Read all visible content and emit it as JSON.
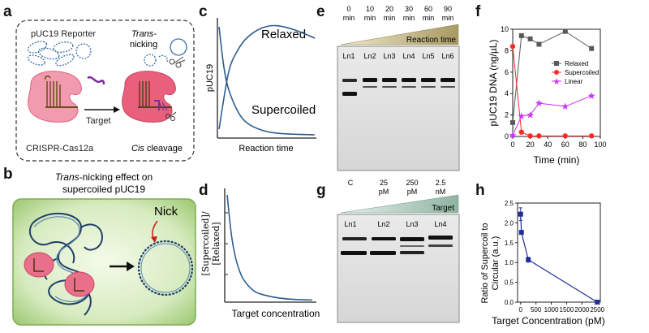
{
  "panels": {
    "a": {
      "letter": "a",
      "reporter": "pUC19 Reporter",
      "trans_italic": "Trans",
      "trans_rest": "-",
      "nicking": "nicking",
      "target": "Target",
      "cas": "CRISPR-Cas12a",
      "cis_italic": "Cis",
      "cis_rest": " cleavage"
    },
    "b": {
      "letter": "b",
      "title_italic": "Trans",
      "title_rest": "-nicking effect on",
      "title_line2": "supercoiled pUC19",
      "nick": "Nick"
    },
    "c": {
      "letter": "c",
      "relaxed": "Relaxed",
      "supercoiled": "Supercoiled",
      "ylabel": "pUC19",
      "xlabel": "Reaction time"
    },
    "d": {
      "letter": "d",
      "ylabel_top": "[Supercoiled]/",
      "ylabel_bottom": "[Relaxed]",
      "xlabel": "Target concentration"
    },
    "e": {
      "letter": "e",
      "time_values": [
        "0",
        "10",
        "20",
        "30",
        "60",
        "90"
      ],
      "time_unit": "min",
      "bar_label": "Reaction time",
      "lanes": [
        "Ln1",
        "Ln2",
        "Ln3",
        "Ln4",
        "Ln5",
        "Ln6"
      ]
    },
    "g": {
      "letter": "g",
      "conc_values": [
        "C",
        "25",
        "250",
        "2.5"
      ],
      "conc_units": [
        "",
        "pM",
        "pM",
        "nM"
      ],
      "bar_label": "Target",
      "lanes": [
        "Ln1",
        "Ln2",
        "Ln3",
        "Ln4"
      ]
    }
  },
  "colors": {
    "cas_protein": "#f29aae",
    "cas_protein_dark": "#e0637f",
    "plasmid": "#3b6ea5",
    "green_box": "#a9cf7a",
    "relaxed": "#595959",
    "supercoiled": "#ff2a2a",
    "linear": "#cc33ff",
    "ratio": "#1f2c99",
    "curve": "#2c5d8f"
  },
  "chart_data": [
    {
      "panel": "f",
      "letter": "f",
      "type": "line",
      "xlabel": "Time (min)",
      "ylabel": "pUC19 DNA (ng/µL)",
      "xlim": [
        0,
        100
      ],
      "ylim": [
        0,
        10
      ],
      "xticks": [
        0,
        20,
        40,
        60,
        80,
        100
      ],
      "yticks": [
        0,
        2,
        4,
        6,
        8,
        10
      ],
      "legend_position": "right",
      "series": [
        {
          "name": "Relaxed",
          "marker": "square",
          "color": "#595959",
          "x": [
            0,
            10,
            20,
            30,
            60,
            90
          ],
          "y": [
            1.3,
            9.4,
            9.1,
            8.6,
            9.8,
            8.2
          ]
        },
        {
          "name": "Supercoiled",
          "marker": "circle",
          "color": "#ff2a2a",
          "x": [
            0,
            10,
            20,
            30,
            60,
            90
          ],
          "y": [
            8.4,
            0.4,
            0.05,
            0.05,
            0.05,
            0.05
          ]
        },
        {
          "name": "Linear",
          "marker": "star",
          "color": "#cc33ff",
          "x": [
            0,
            10,
            20,
            30,
            60,
            90
          ],
          "y": [
            0.1,
            1.9,
            2.0,
            3.1,
            2.8,
            3.8
          ]
        }
      ]
    },
    {
      "panel": "h",
      "letter": "h",
      "type": "scatter",
      "xlabel": "Target Concentration (pM)",
      "ylabel_line1": "Ratio of Supercoil to",
      "ylabel_line2": "Circular (a.u.)",
      "xlim": [
        -100,
        2600
      ],
      "ylim": [
        0,
        2.5
      ],
      "xticks": [
        0,
        500,
        1000,
        1500,
        2000,
        2500
      ],
      "yticks": [
        0.0,
        0.5,
        1.0,
        1.5,
        2.0,
        2.5
      ],
      "ytick_labels": [
        "0.0",
        "0.5",
        "1.0",
        "1.5",
        "2.0",
        "2.5"
      ],
      "x": [
        0,
        25,
        250,
        2500
      ],
      "y": [
        2.22,
        1.76,
        1.07,
        0.0
      ],
      "yerr": [
        0.16,
        0.04,
        0.06,
        0.01
      ],
      "color": "#1f2c99"
    },
    {
      "panel": "c",
      "type": "line",
      "schematic": true,
      "series": [
        {
          "name": "Relaxed",
          "x": [
            0,
            0.1,
            0.2,
            0.3,
            0.45,
            0.6,
            0.8,
            1.0
          ],
          "y": [
            0.05,
            0.55,
            0.75,
            0.86,
            0.94,
            0.96,
            0.92,
            0.85
          ]
        },
        {
          "name": "Supercoiled",
          "x": [
            0,
            0.05,
            0.1,
            0.2,
            0.3,
            0.45,
            0.6,
            0.8,
            1.0
          ],
          "y": [
            0.95,
            0.6,
            0.4,
            0.2,
            0.1,
            0.04,
            0.015,
            0.005,
            0.0
          ]
        }
      ]
    },
    {
      "panel": "d",
      "type": "line",
      "schematic": true,
      "x": [
        0,
        0.05,
        0.1,
        0.15,
        0.2,
        0.3,
        0.4,
        0.6,
        0.8,
        1.0
      ],
      "y": [
        1.0,
        0.62,
        0.4,
        0.27,
        0.19,
        0.1,
        0.06,
        0.025,
        0.01,
        0.005
      ]
    }
  ]
}
